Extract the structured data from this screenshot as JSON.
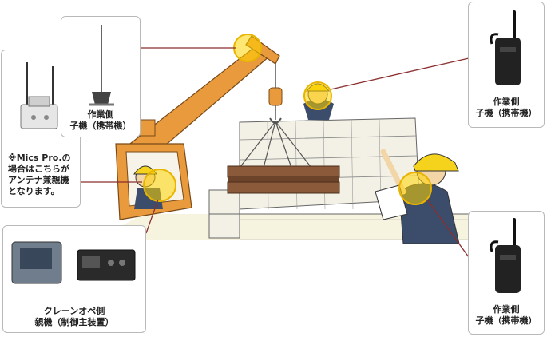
{
  "colors": {
    "crane": "#e89a3c",
    "helmet": "#f5d21c",
    "highlight": "#ffd400",
    "connector": "#8b2e2e",
    "beam": "#8a5a3a",
    "wall": "#f3f1e6",
    "ground": "#f6f3df",
    "device": "#222222"
  },
  "cards": {
    "antenna_unit": {
      "icon": "base-unit-antenna-icon",
      "note_lines": [
        "※Mics Pro.の",
        "場合はこちらが",
        "アンテナ兼親機",
        "となります。"
      ]
    },
    "worker_antenna": {
      "icon": "whip-antenna-icon",
      "lines": [
        "作業側",
        "子機（携帯機）"
      ]
    },
    "crane_operator": {
      "icon": "control-unit-icon",
      "lines": [
        "クレーンオペ側",
        "親機（制御主装置）"
      ]
    },
    "top_right": {
      "icon": "handheld-radio-icon",
      "lines": [
        "作業側",
        "子機（携帯機）"
      ]
    },
    "bottom_right": {
      "icon": "handheld-radio-icon",
      "lines": [
        "作業側",
        "子機（携帯機）"
      ]
    }
  }
}
